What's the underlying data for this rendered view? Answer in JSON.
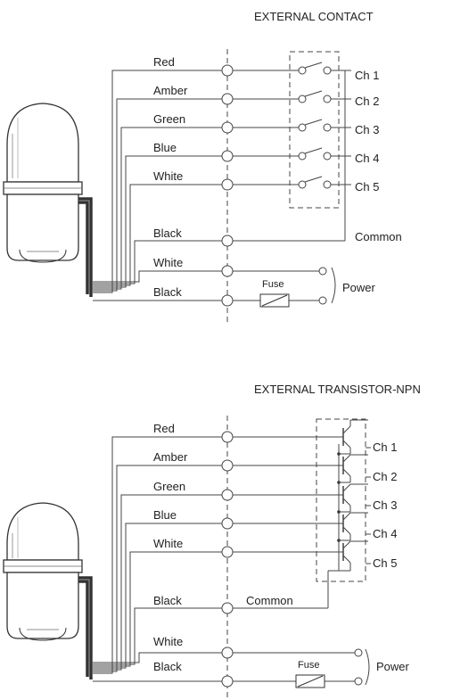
{
  "diagram1": {
    "title": "EXTERNAL CONTACT",
    "wires": [
      "Red",
      "Amber",
      "Green",
      "Blue",
      "White",
      "Black",
      "White",
      "Black"
    ],
    "channels": [
      "Ch 1",
      "Ch 2",
      "Ch 3",
      "Ch 4",
      "Ch 5"
    ],
    "common_label": "Common",
    "fuse_label": "Fuse",
    "power_label": "Power"
  },
  "diagram2": {
    "title": "EXTERNAL TRANSISTOR-NPN",
    "wires": [
      "Red",
      "Amber",
      "Green",
      "Blue",
      "White",
      "Black",
      "White",
      "Black"
    ],
    "channels": [
      "Ch 1",
      "Ch 2",
      "Ch 3",
      "Ch 4",
      "Ch 5"
    ],
    "common_label": "Common",
    "fuse_label": "Fuse",
    "power_label": "Power"
  }
}
